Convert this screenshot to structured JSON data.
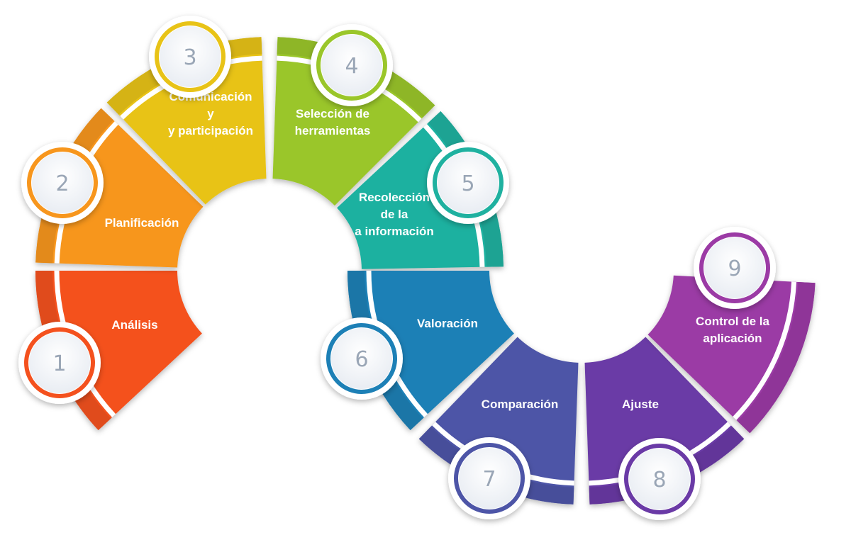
{
  "steps": [
    {
      "number": "1",
      "label": "Análisis",
      "color": "#f4511e"
    },
    {
      "number": "2",
      "label": "Planificación",
      "color": "#f7961d"
    },
    {
      "number": "3",
      "label": "Comunicación y participación",
      "color": "#e8c317"
    },
    {
      "number": "4",
      "label": "Selección de herramientas",
      "color": "#9ac62a"
    },
    {
      "number": "5",
      "label": "Recolección de la información",
      "color": "#1fb1a0"
    },
    {
      "number": "6",
      "label": "Valoración",
      "color": "#1d80b6"
    },
    {
      "number": "7",
      "label": "Comparación",
      "color": "#4d55a7"
    },
    {
      "number": "8",
      "label": "Ajuste",
      "color": "#6a3aa6"
    },
    {
      "number": "9",
      "label": "Control de la aplicación",
      "color": "#9b3aa5"
    }
  ]
}
